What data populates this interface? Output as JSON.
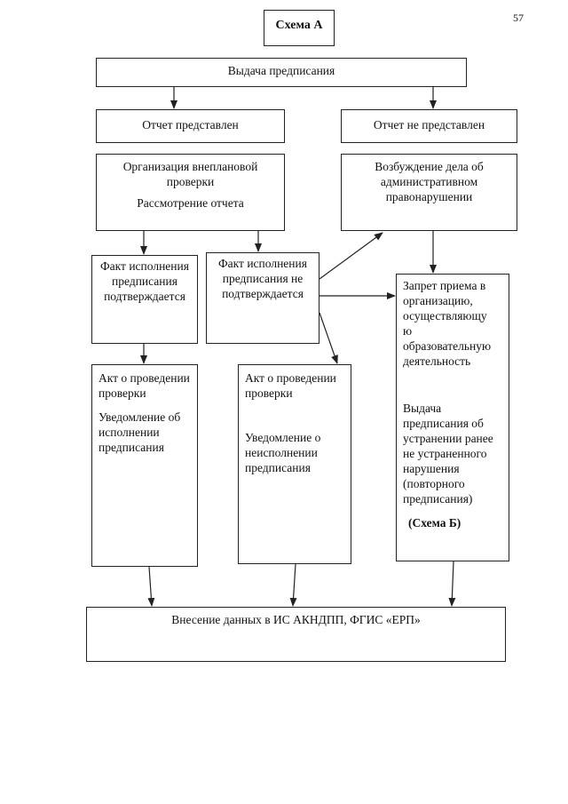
{
  "page_number": "57",
  "scheme_title": "Схема А",
  "nodes": {
    "issue": "Выдача предписания",
    "report_submitted": "Отчет представлен",
    "report_not_submitted": "Отчет не представлен",
    "unscheduled_check": "Организация внеплановой проверки",
    "report_review": "Рассмотрение отчета",
    "admin_case": "Возбуждение дела об административном правонарушении",
    "fact_confirmed": "Факт исполнения предписания подтверждается",
    "fact_not_confirmed": "Факт исполнения предписания не подтверждается",
    "ban_line1": "Запрет приема в организацию, осуществляющу",
    "ban_line2": "ю",
    "ban_line3": "образовательную деятельность",
    "reissue": "Выдача предписания об устранении ранее не устраненного нарушения (повторного предписания)",
    "scheme_b": "(Схема Б)",
    "act_left": "Акт о проведении проверки",
    "notice_exec": "Уведомление об исполнении предписания",
    "act_mid": "Акт о проведении проверки",
    "notice_nonexec": "Уведомление о неисполнении предписания",
    "data_entry": "Внесение данных в ИС АКНДПП, ФГИС «ЕРП»"
  }
}
